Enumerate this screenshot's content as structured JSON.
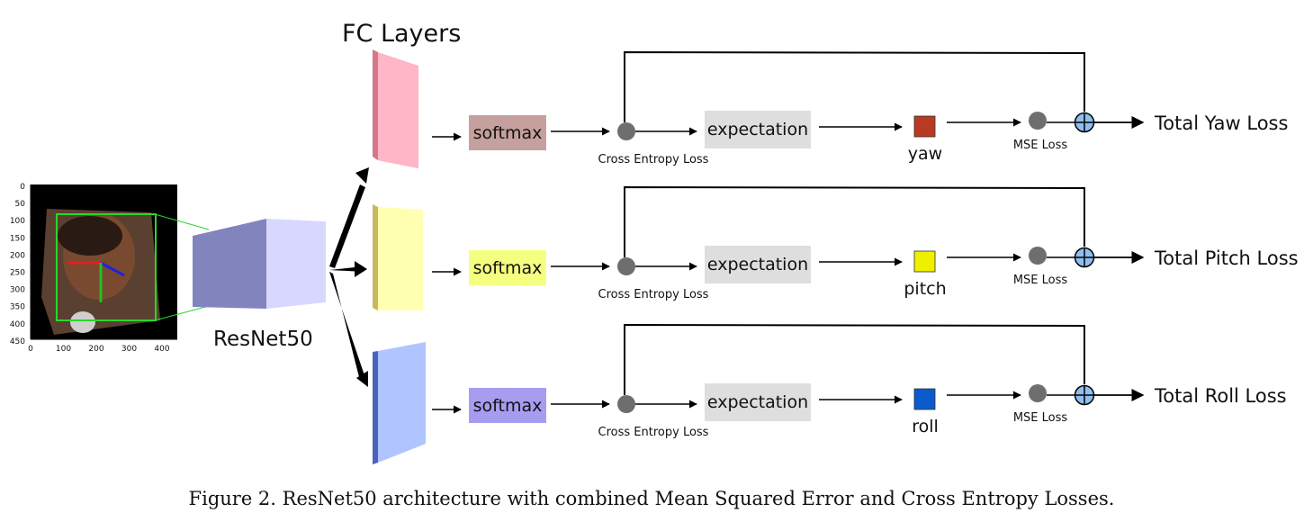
{
  "title": "FC Layers",
  "backbone_label": "ResNet50",
  "input_image": {
    "y_ticks": [
      "0",
      "50",
      "100",
      "150",
      "200",
      "250",
      "300",
      "350",
      "400",
      "450"
    ],
    "x_ticks": [
      "0",
      "100",
      "200",
      "300",
      "400"
    ]
  },
  "branches": [
    {
      "softmax": "softmax",
      "ce": "Cross Entropy Loss",
      "expectation": "expectation",
      "angle": "yaw",
      "mse": "MSE Loss",
      "total": "Total Yaw Loss",
      "fc_color": "#ffb6c6",
      "softmax_color": "#c5a09e",
      "square_color": "#b83a22"
    },
    {
      "softmax": "softmax",
      "ce": "Cross Entropy Loss",
      "expectation": "expectation",
      "angle": "pitch",
      "mse": "MSE Loss",
      "total": "Total Pitch Loss",
      "fc_color": "#ffffb2",
      "softmax_color": "#f4ff80",
      "square_color": "#eef000"
    },
    {
      "softmax": "softmax",
      "ce": "Cross Entropy Loss",
      "expectation": "expectation",
      "angle": "roll",
      "mse": "MSE Loss",
      "total": "Total Roll Loss",
      "fc_color": "#b0c4ff",
      "softmax_color": "#a69cf0",
      "square_color": "#0a5ccc"
    }
  ],
  "caption": "Figure 2. ResNet50 architecture with combined Mean Squared Error and Cross Entropy Losses."
}
